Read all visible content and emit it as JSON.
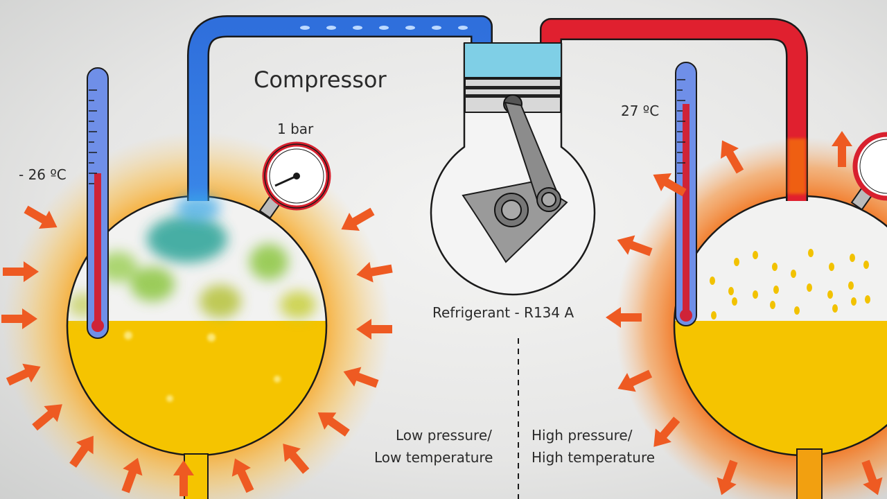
{
  "title": "Compressor",
  "pressure_gauge": "1 bar",
  "left_temperature": "- 26 ºC",
  "right_temperature": "27 ºC",
  "refrigerant": "Refrigerant - R134 A",
  "low_side": {
    "line1": "Low pressure/",
    "line2": "Low temperature"
  },
  "high_side": {
    "line1": "High pressure/",
    "line2": "High temperature"
  },
  "colors": {
    "cold_pipe": "#2f6fdc",
    "hot_pipe": "#e0202f",
    "liquid": "#f5c400",
    "heat_halo": "#f49a1a",
    "arrow": "#ee5a22",
    "cylinder_head": "#7fcfe6"
  }
}
